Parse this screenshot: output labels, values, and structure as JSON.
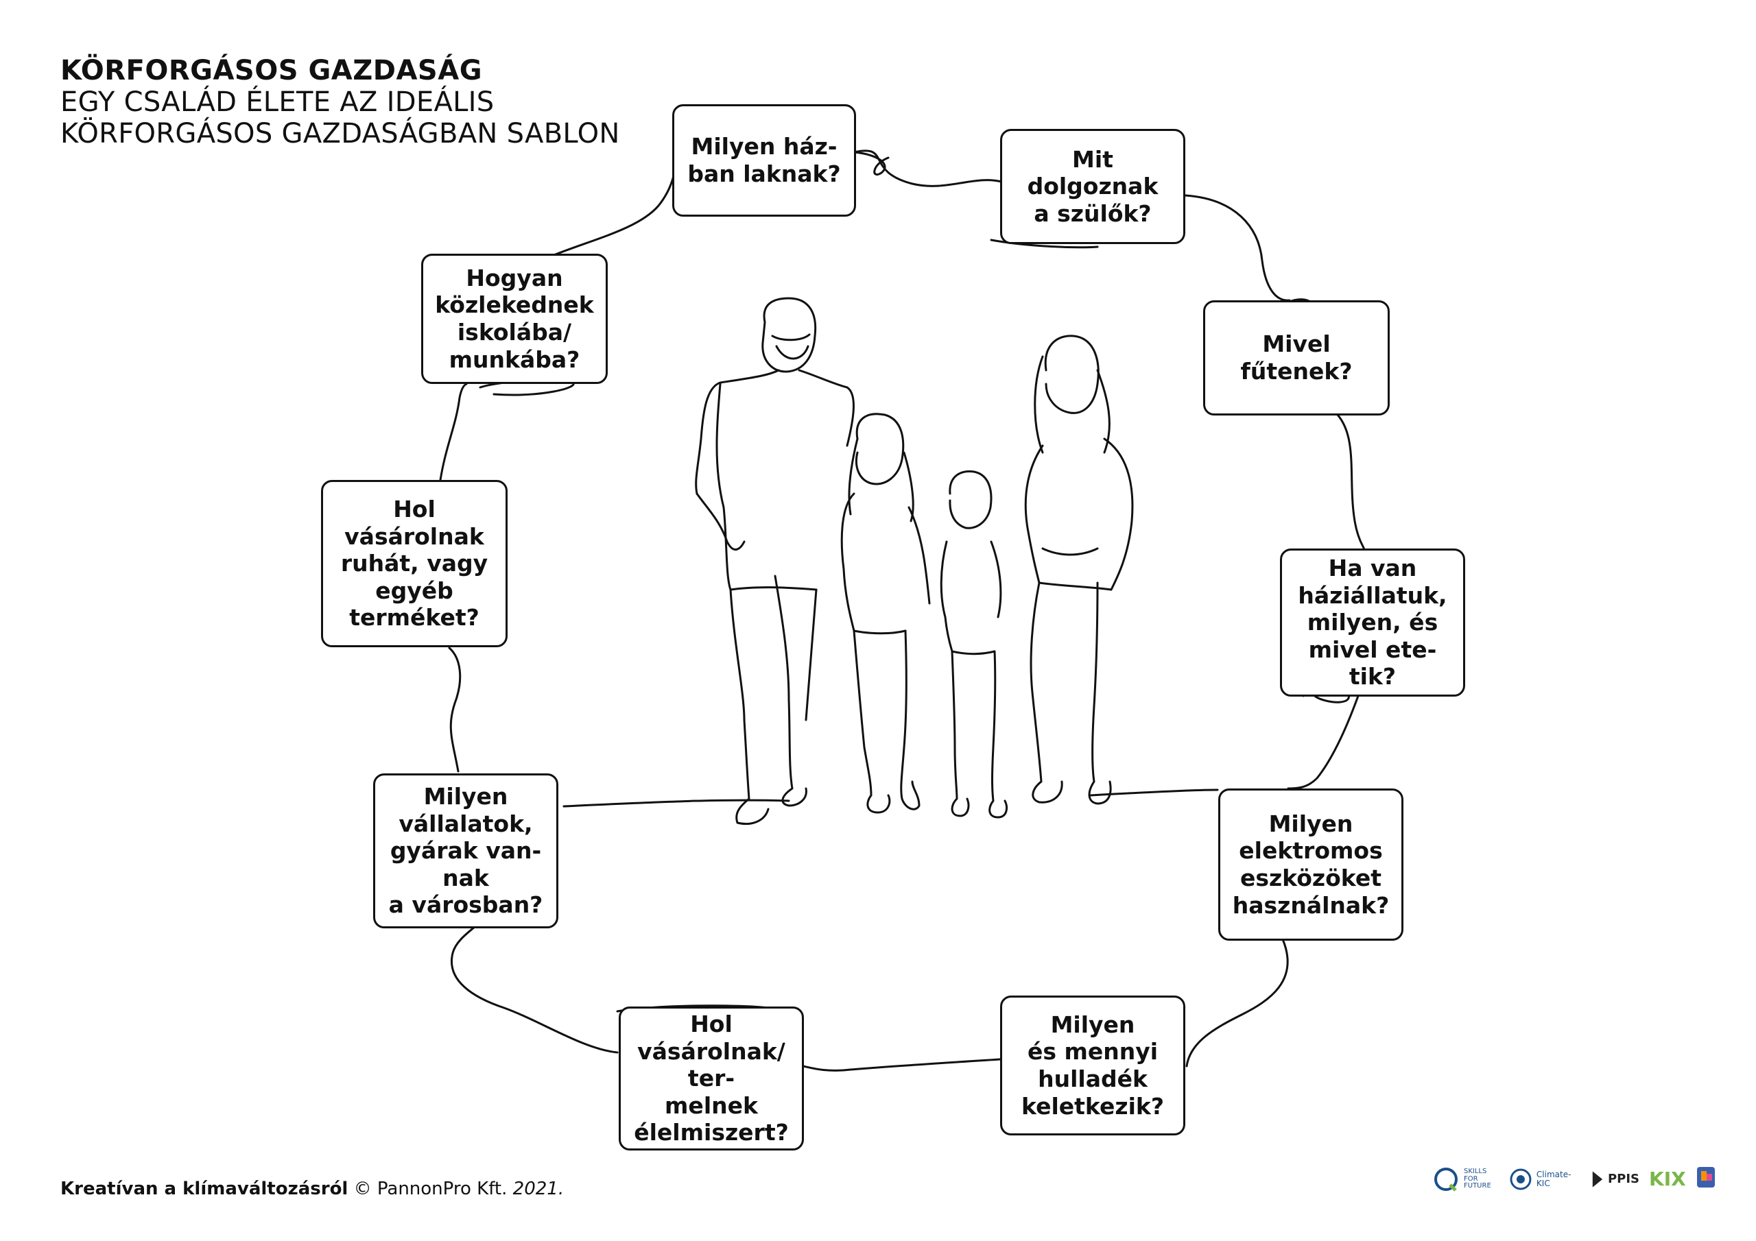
{
  "header": {
    "title": "KÖRFORGÁSOS GAZDASÁG",
    "subtitle_line1": "EGY CSALÁD ÉLETE AZ IDEÁLIS",
    "subtitle_line2": "KÖRFORGÁSOS GAZDASÁGBAN SABLON"
  },
  "questions": [
    {
      "id": "house",
      "text": "Milyen ház-\nban laknak?"
    },
    {
      "id": "work",
      "text": "Mit\ndolgoznak\na szülők?"
    },
    {
      "id": "heating",
      "text": "Mivel\nfűtenek?"
    },
    {
      "id": "pets",
      "text": "Ha van\nháziállatuk,\nmilyen, és\nmivel ete-\ntik?"
    },
    {
      "id": "electronics",
      "text": "Milyen\nelektromos\neszközöket\nhasználnak?"
    },
    {
      "id": "waste",
      "text": "Milyen\nés mennyi\nhulladék\nkeletkezik?"
    },
    {
      "id": "food",
      "text": "Hol\nvásárolnak/ ter-\nmelnek\nélelmiszert?"
    },
    {
      "id": "companies",
      "text": "Milyen\nvállalatok,\ngyárak van-\nnak\na városban?"
    },
    {
      "id": "clothes",
      "text": "Hol\nvásárolnak\nruhát, vagy\negyéb\nterméket?"
    },
    {
      "id": "transport",
      "text": "Hogyan\nközlekednek\niskolába/\nmunkába?"
    }
  ],
  "footer": {
    "brand": "Kreatívan a klímaváltozásról",
    "copyright": "© PannonPro Kft.",
    "year": "2021."
  },
  "logos": [
    {
      "icon": "skills-for-future-logo",
      "text": "SKILLS\nFOR\nFUTURE"
    },
    {
      "icon": "climate-kic-logo",
      "text": "Climate-KIC"
    },
    {
      "icon": "ppis-logo",
      "text": "PPIS"
    },
    {
      "icon": "kix-logo",
      "text": "KIX"
    },
    {
      "icon": "climate-smart-logo",
      "text": ""
    }
  ],
  "colors": {
    "line": "#111111",
    "logo_blue": "#1a4f8a",
    "logo_green": "#7ab648",
    "logo_orange": "#f39200"
  }
}
